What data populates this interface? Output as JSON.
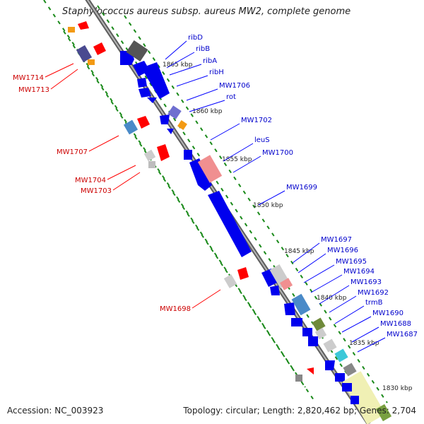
{
  "title": "Staphylococcus aureus subsp. aureus MW2, complete genome",
  "footer": {
    "accession": "Accession: NC_003923",
    "summary": "Topology: circular; Length: 2,820,462 bp; Genes: 2,704"
  },
  "colors": {
    "backbone": "#8a8a8a",
    "forward_gene": "#0000ff",
    "reverse_gene": "#ff0000",
    "grey_gene": "#bdbdbd",
    "track_dots": "#1a8a1a",
    "gene_label_blue": "#0000cc",
    "gene_label_red": "#cc0000"
  },
  "scale_labels": [
    "1865 kbp",
    "1860 kbp",
    "1855 kbp",
    "1850 kbp",
    "1845 kbp",
    "1840 kbp",
    "1835 kbp",
    "1830 kbp"
  ],
  "right_labels": [
    "ribD",
    "ribB",
    "ribA",
    "ribH",
    "MW1706",
    "rot",
    "MW1702",
    "leuS",
    "MW1700",
    "MW1699",
    "MW1697",
    "MW1696",
    "MW1695",
    "MW1694",
    "MW1693",
    "MW1692",
    "trmB",
    "MW1690",
    "MW1688",
    "MW1687"
  ],
  "left_labels": [
    "MW1714",
    "MW1713",
    "MW1707",
    "MW1704",
    "MW1703",
    "MW1698"
  ]
}
